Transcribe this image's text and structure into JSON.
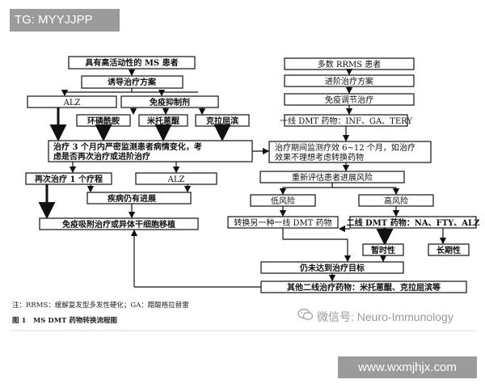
{
  "tag_label": "TG: MYYJJPP",
  "left": {
    "n1": "具有高活动性的 MS 患者",
    "n2": "诱导治疗方案",
    "alz": "ALZ",
    "immuno": "免疫抑制剂",
    "cyc": "环磷酰胺",
    "mito": "米托蒽醌",
    "clad": "克拉屈滨",
    "eval_line1": "治疗 3 个月内严密监测患者病情变化，考",
    "eval_line2": "虑是否再次治疗或进阶治疗",
    "retreat": "再次治疗 1 个疗程",
    "alz2": "ALZ",
    "progress": "疾病仍有进展",
    "hsct": "免疫吸附治疗或异体干细胞移植"
  },
  "right": {
    "r1": "多数 RRMS 患者",
    "r2": "进阶治疗方案",
    "r3": "免疫调节治疗",
    "r4": "一线 DMT 药物：INF、GA、TERY",
    "r5_line1": "治疗期间监测疗效 6~12 个月，如治疗",
    "r5_line2": "效果不理想考虑转换药物",
    "r6": "重新评估患者进展风险",
    "low": "低风险",
    "high": "高风险",
    "switch": "转换另一种一线 DMT 药物",
    "second": "二线 DMT 药物：NA、FTY、ALZ",
    "temp": "暂时性",
    "long": "长期性",
    "notmet": "仍未达到治疗目标",
    "other": "其他二线治疗药物：米托蒽醌、克拉屈滨等"
  },
  "footnote": "注：RRMS：缓解复发型多发性硬化；GA：醋酸格拉替雷",
  "caption": "图 1　MS DMT 药物转换流程图",
  "watermark": "微信号: Neuro-Immunology",
  "site": "www.wxmjhjx.com"
}
